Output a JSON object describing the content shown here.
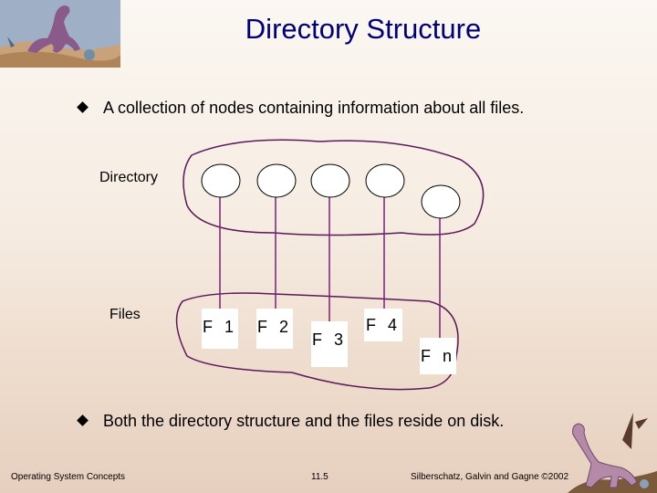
{
  "title": "Directory Structure",
  "bullets": [
    "A collection of nodes containing information about all files.",
    "Both the directory structure and the files reside on disk."
  ],
  "diagram": {
    "directory_label": "Directory",
    "files_label": "Files",
    "files": [
      "F 1",
      "F 2",
      "F 3",
      "F 4",
      "F n"
    ]
  },
  "footer": {
    "left": "Operating System Concepts",
    "center": "11.5",
    "right": "Silberschatz, Galvin and Gagne ©2002"
  },
  "colors": {
    "title": "#00007a",
    "line": "#7a1f7a",
    "outline": "#5a1a5a"
  },
  "icons": [
    "dinosaur-logo-icon",
    "dinosaur-corner-icon"
  ]
}
